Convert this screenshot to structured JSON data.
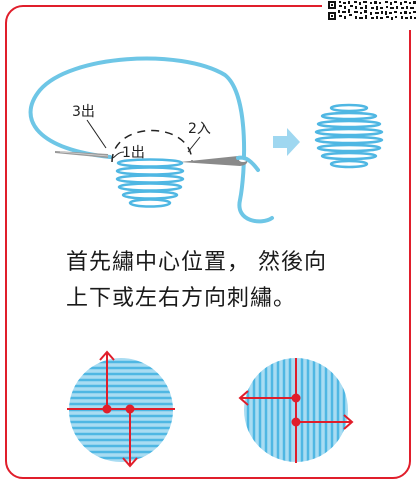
{
  "labels": {
    "step3": "3出",
    "step2": "2入",
    "step1": "1出"
  },
  "instruction": {
    "line1": "首先繡中心位置， 然後向",
    "line2": "上下或左右方向刺繡。"
  },
  "colors": {
    "border": "#e01e2b",
    "thread": "#6ec6e6",
    "stripe": "#5bbfe6",
    "circle": "#a9dcf2",
    "arrow": "#e01e2b",
    "needle": "#8a8a8a"
  },
  "icons": [
    "qr-code-icon",
    "needle-icon",
    "arrow-right-icon"
  ]
}
